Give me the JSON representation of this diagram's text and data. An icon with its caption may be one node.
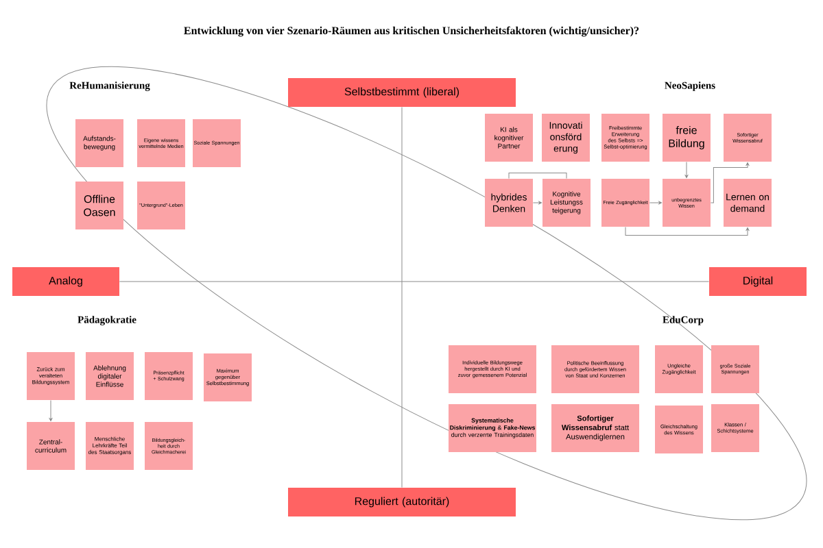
{
  "diagram": {
    "title": "Entwicklung von vier Szenario-Räumen aus kritischen Unsicherheitsfaktoren (wichtig/unsicher)?",
    "nodes": [
      {
        "text": [
          "Selbstbestimmt (liberal)"
        ]
      },
      {
        "text": [
          "Aufstands-bewegung"
        ]
      },
      {
        "text": [
          "Eigene wissens vermittelnde Medien"
        ]
      },
      {
        "text": [
          "Soziale Spannungen"
        ]
      },
      {
        "text": [
          "Offline Oasen"
        ]
      },
      {
        "text": [
          "\"Untergrund\"-Leben"
        ]
      },
      {
        "text": [
          "KI als kognitiver Partner"
        ]
      },
      {
        "text": [
          "Innovati onsförd erung"
        ]
      },
      {
        "text": [
          "Freibestimmte Erweiterung des Selbsts => Selbst-optimierung"
        ]
      },
      {
        "text": [
          "freie Bildung"
        ]
      },
      {
        "text": [
          "Sofortiger Wissensabruf"
        ]
      },
      {
        "text": [
          "hybrides Denken"
        ]
      },
      {
        "text": [
          "Kognitive Leistungss teigerung"
        ]
      },
      {
        "text": [
          "Freie Zugänglichkeit"
        ]
      },
      {
        "text": [
          "unbegrenztes Wissen"
        ]
      },
      {
        "text": [
          "Lernen on demand"
        ]
      },
      {
        "text": [
          "Analog"
        ]
      },
      {
        "text": [
          "Digital"
        ]
      },
      {
        "text": [
          "Zurück zum veralteten Bildungssystem"
        ]
      },
      {
        "text": [
          "Ablehnung digitaler Einflüsse"
        ]
      },
      {
        "text": [
          "Präsenzpflicht + Schulzwang"
        ]
      },
      {
        "text": [
          "Maximum gegenüber Selbstbestimmung"
        ]
      },
      {
        "text": [
          "Zentral-curriculum"
        ]
      },
      {
        "text": [
          "Menschliche Lehrkräfte Teil des Staatsorgans"
        ]
      },
      {
        "text": [
          "Bildungsgleich-heit durch Gleichmacherei"
        ]
      },
      {
        "text": [
          "Individuelle Bildungswege hergestellt durch KI und zuvor gemessenem Potenzial"
        ]
      },
      {
        "text": [
          "Politische Beeinflussung durch gefördertem Wissen von Staat und Konzernen"
        ]
      },
      {
        "text": [
          "Ungleiche Zugänglichkeit"
        ]
      },
      {
        "text": [
          "große Soziale Spannungen"
        ]
      },
      {
        "text": [
          "**Systematische Diskriminierung** & **Fake-News** durch verzerrte Trainingsdaten"
        ]
      },
      {
        "text": [
          "**Sofortiger Wissensabruf** statt Auswendiglernen"
        ]
      },
      {
        "text": [
          "Gleichschaltung des Wissens"
        ]
      },
      {
        "text": [
          "Klassen / Schichtsysteme"
        ]
      },
      {
        "text": [
          "Reguliert (autoritär)"
        ]
      }
    ],
    "edges": [
      {
        "from": 0,
        "to": 33,
        "arrow": "none"
      },
      {
        "from": 16,
        "to": 17,
        "arrow": "none"
      },
      {
        "from": 11,
        "to": 12,
        "arrow": "none"
      },
      {
        "from": 11,
        "to": 12,
        "arrow": "to"
      },
      {
        "from": 9,
        "to": 14,
        "arrow": "to"
      },
      {
        "from": 13,
        "to": 14,
        "arrow": "to"
      },
      {
        "from": 14,
        "to": 10,
        "arrow": "to"
      },
      {
        "from": 13,
        "to": 15,
        "arrow": "to"
      },
      {
        "from": 18,
        "to": 22,
        "arrow": "to"
      }
    ],
    "labels": [
      "ReHumanisierung",
      "NeoSapiens",
      "Pädagokratie",
      "EduCorp"
    ]
  }
}
